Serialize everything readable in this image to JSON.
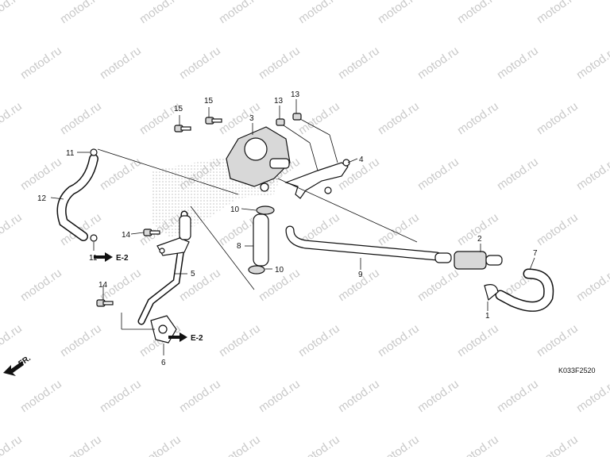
{
  "watermark": "motod.ru",
  "diagram_code": "K033F2520",
  "direction_label": "FR.",
  "reference_labels": [
    "E-2",
    "E-2"
  ],
  "callouts": [
    "1",
    "2",
    "3",
    "4",
    "5",
    "6",
    "7",
    "8",
    "9",
    "10",
    "10",
    "11",
    "11",
    "12",
    "13",
    "13",
    "14",
    "14",
    "15",
    "15"
  ]
}
